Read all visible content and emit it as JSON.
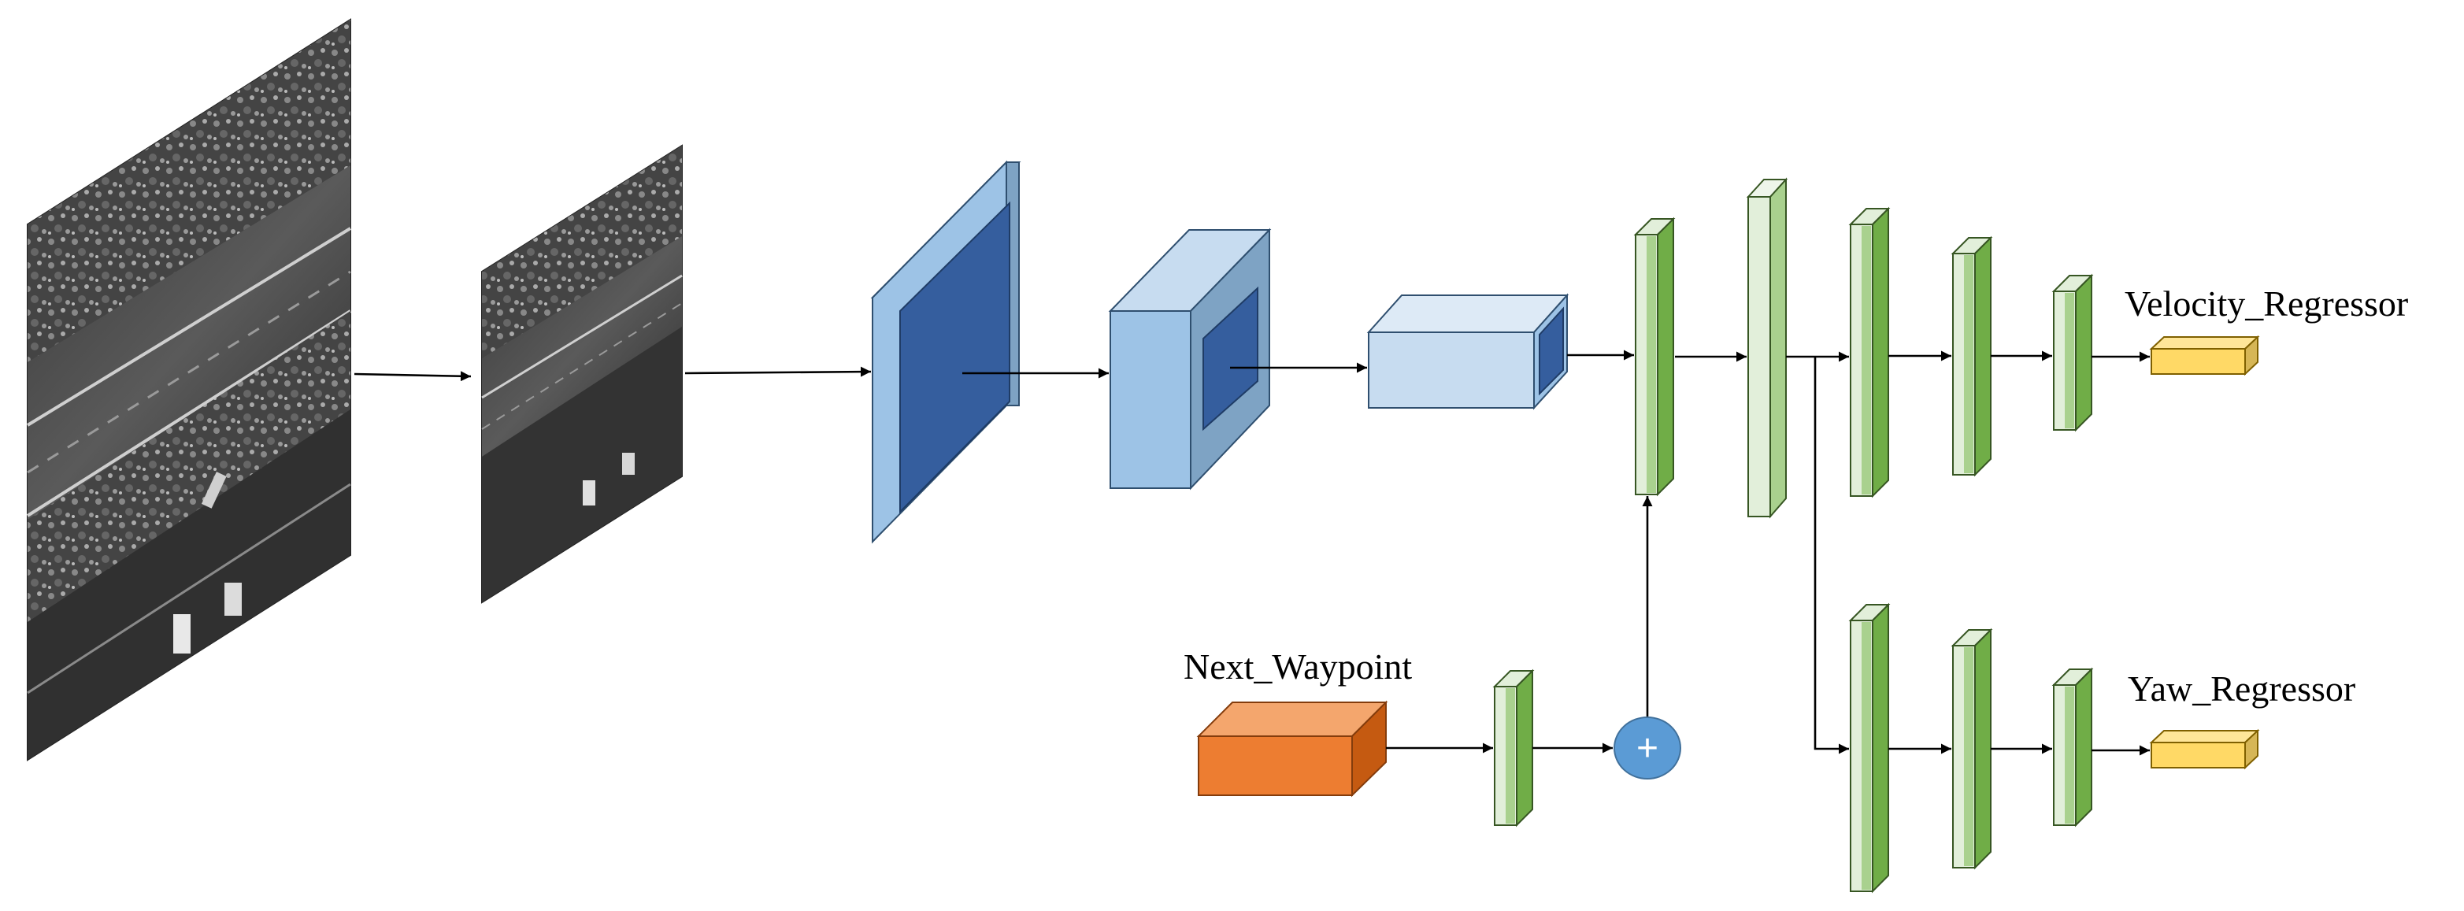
{
  "labels": {
    "velocity": "Velocity_Regressor",
    "yaw": "Yaw_Regressor",
    "waypoint": "Next_Waypoint"
  },
  "operators": {
    "add_symbol": "+"
  },
  "colors": {
    "conv_face": "#9dc3e6",
    "conv_side": "#7ea3c4",
    "conv_top": "#c7dcf0",
    "kernel": "#355e9e",
    "fc_face": "#e2efda",
    "fc_side": "#a9d18e",
    "fc_dark_side": "#70ad47",
    "regressor": "#ffd966",
    "waypoint": "#ed7d31",
    "add_node": "#5b9bd5"
  },
  "icons": [
    "plus-icon"
  ]
}
